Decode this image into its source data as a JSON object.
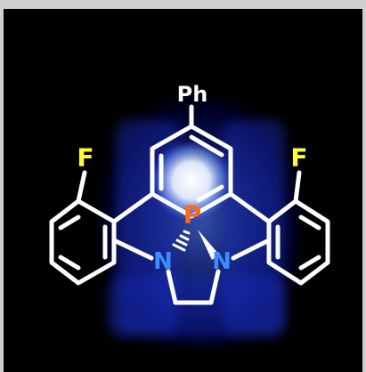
{
  "molecule": {
    "labels": {
      "phenyl": "Ph",
      "fluorine_left": "F",
      "fluorine_right": "F",
      "phosphorus": "P",
      "nitrogen_left": "N",
      "nitrogen_right": "N"
    },
    "colors": {
      "background": "#000000",
      "frame": "#cfcfcf",
      "bond": "#ffffff",
      "fluorine": "#ffff33",
      "phosphorus": "#ff6a1a",
      "nitrogen": "#3b8cff",
      "phenyl_label": "#ffffff",
      "glow": "#2a4dff"
    }
  }
}
